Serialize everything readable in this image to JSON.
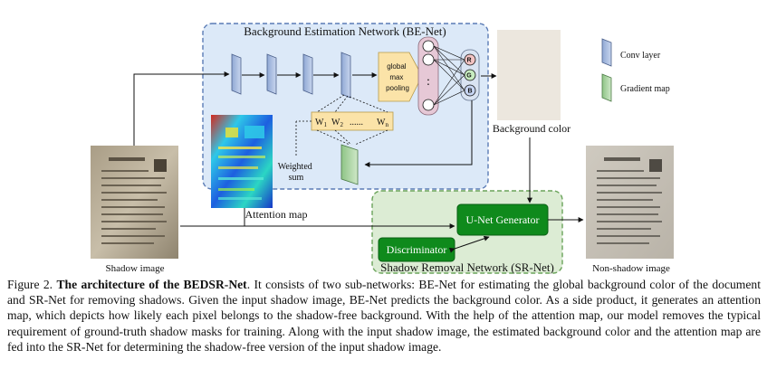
{
  "figure": {
    "be_net_title": "Background Estimation Network (BE-Net)",
    "sr_net_title": "Shadow Removal Network (SR-Net)",
    "pooling_label": [
      "global",
      "max",
      "pooling"
    ],
    "fc_dots": ":",
    "rgb": [
      "R",
      "G",
      "B"
    ],
    "weights": [
      "W",
      "1",
      "W",
      "2",
      "......",
      "W",
      "n"
    ],
    "weighted_sum": [
      "Weighted",
      "sum"
    ],
    "attention_map_label": "Attention map",
    "background_color_label": "Background color",
    "unet_label": "U-Net Generator",
    "discriminator_label": "Discriminator",
    "shadow_image_label": "Shadow image",
    "non_shadow_image_label": "Non-shadow image",
    "legend": [
      {
        "label": "Conv layer",
        "color": "#b8c8e8"
      },
      {
        "label": "Gradient map",
        "color": "#b9dcb3"
      }
    ],
    "colors": {
      "be_net_bg": "#dce9f8",
      "be_net_border": "#5a7bb5",
      "sr_net_bg": "#dcecd4",
      "sr_net_border": "#6aa35a",
      "green_box": "#0f8a1c",
      "pooling": "#fbe3a8",
      "background_color_swatch": "#ece7de"
    }
  },
  "caption": {
    "label": "Figure 2.",
    "title": "The architecture of the BEDSR-Net",
    "body": ". It consists of two sub-networks: BE-Net for estimating the global background color of the document and SR-Net for removing shadows. Given the input shadow image, BE-Net predicts the background color. As a side product, it generates an attention map, which depicts how likely each pixel belongs to the shadow-free background. With the help of the attention map, our model removes the typical requirement of ground-truth shadow masks for training. Along with the input shadow image, the estimated background color and the attention map are fed into the SR-Net for determining the shadow-free version of the input shadow image."
  }
}
